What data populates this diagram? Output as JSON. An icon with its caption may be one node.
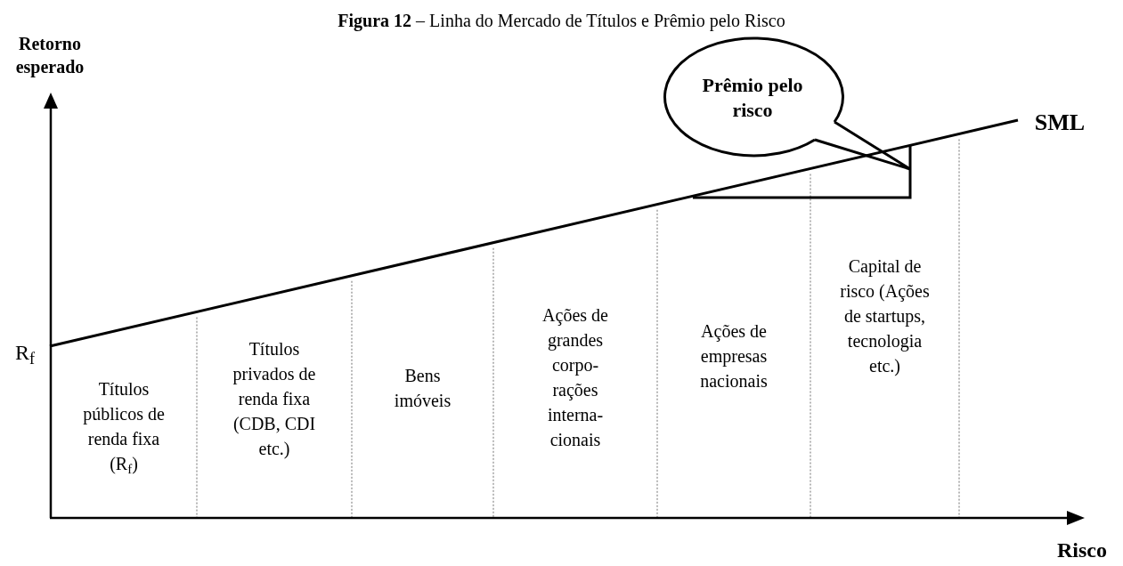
{
  "diagram": {
    "title": "**Figura 12** – Linha do Mercado de Títulos e Prêmio pelo Risco",
    "nodes": [
      {
        "text": [
          "Prêmio pelo risco"
        ]
      },
      {
        "text": [],
        "shape": "triangle"
      }
    ],
    "edges": [
      {
        "from": 0,
        "to": 1,
        "arrow": "none"
      }
    ],
    "labels": [
      "Retorno esperado",
      "SML",
      "R$_{f}$",
      "Títulos públicos de renda fixa (R$_{f}$)",
      "Títulos privados de renda fixa (CDB, CDI etc.)",
      "Bens imóveis",
      "Ações de grandes corpo- rações interna- cionais",
      "Ações de empresas nacionais",
      "Capital de risco (Ações de startups, tecnologia etc.)",
      "Risco"
    ]
  }
}
